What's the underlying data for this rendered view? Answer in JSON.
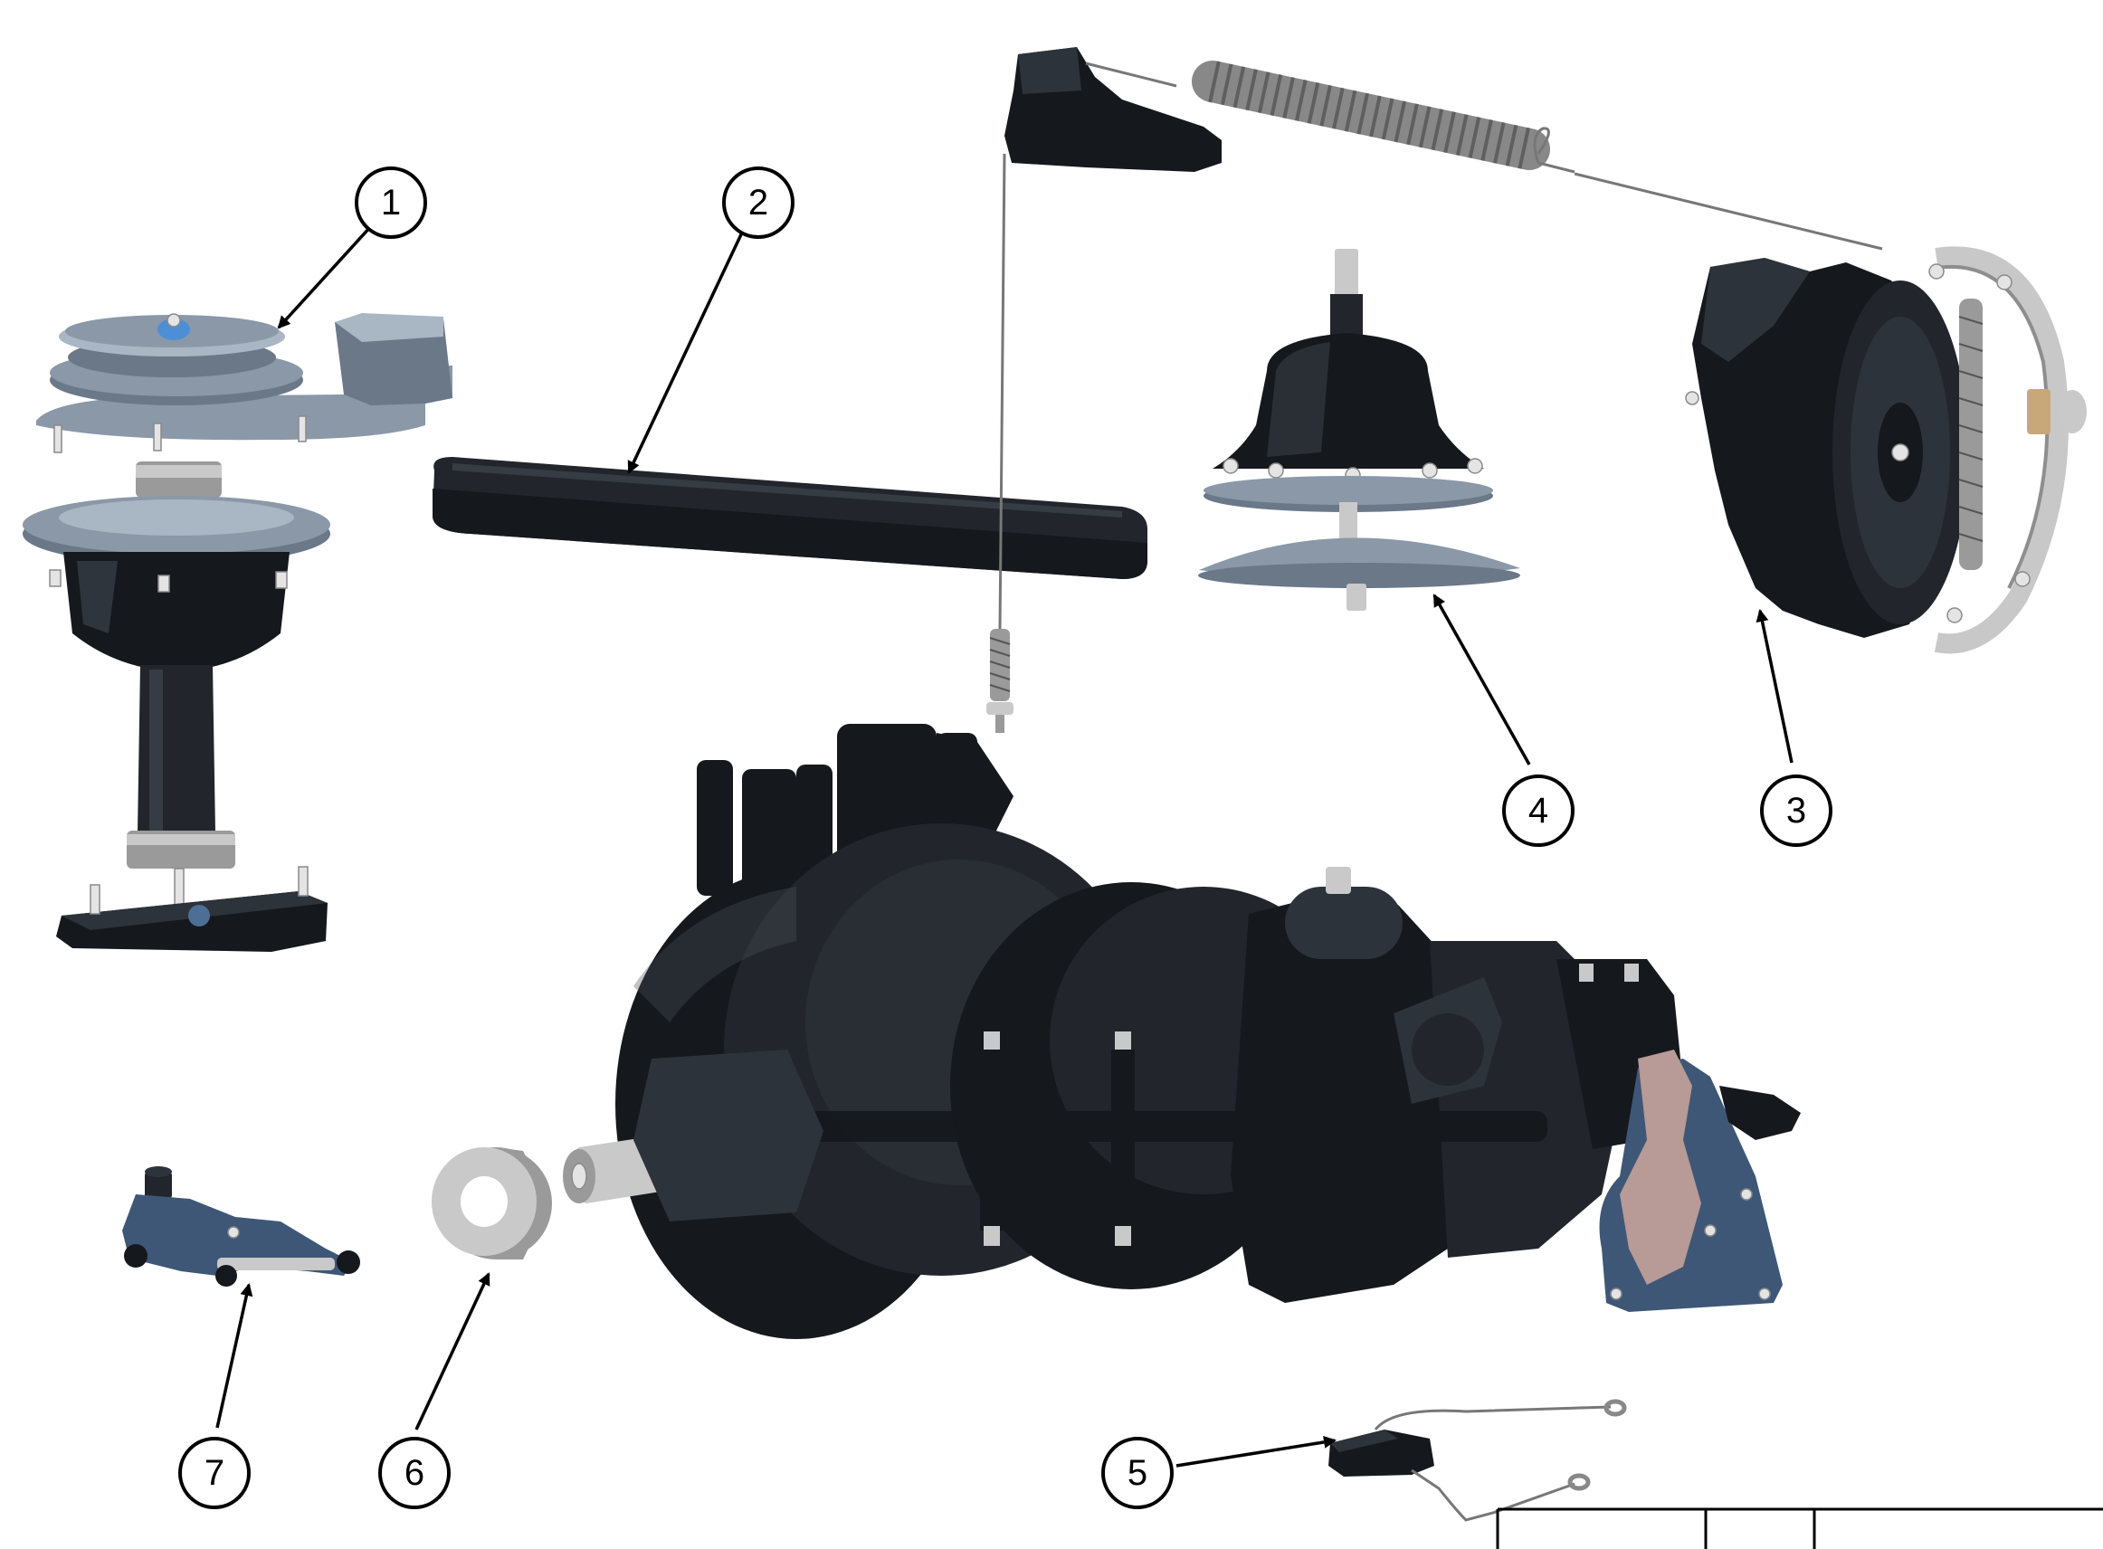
{
  "callouts": [
    {
      "label": "1"
    },
    {
      "label": "2"
    },
    {
      "label": "3"
    },
    {
      "label": "4"
    },
    {
      "label": "5"
    },
    {
      "label": "6"
    },
    {
      "label": "7"
    }
  ],
  "colors": {
    "background": "#ffffff",
    "part_dark": "#15181c",
    "part_steel": "#8a98a8",
    "part_metal": "#c9c9c9",
    "bracket_blue": "#3e5777",
    "bracket_pink": "#b89a96",
    "line": "#000000"
  }
}
